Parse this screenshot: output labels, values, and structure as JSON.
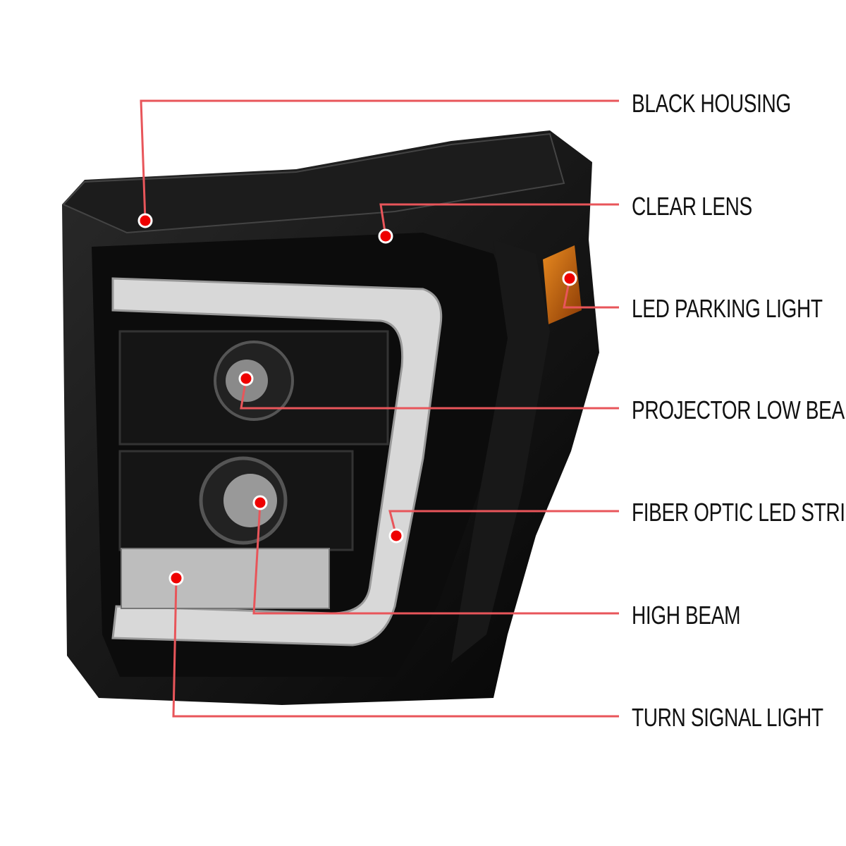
{
  "callouts": [
    {
      "label": "BLACK HOUSING"
    },
    {
      "label": "CLEAR LENS"
    },
    {
      "label": "LED PARKING LIGHT"
    },
    {
      "label": "PROJECTOR LOW BEAM"
    },
    {
      "label": "FIBER OPTIC LED STRIP"
    },
    {
      "label": "HIGH BEAM"
    },
    {
      "label": "TURN SIGNAL LIGHT"
    }
  ],
  "colors": {
    "callout_line": "#e8555a",
    "callout_dot": "#ee0000",
    "housing": "#111111",
    "amber": "#c86a10"
  }
}
